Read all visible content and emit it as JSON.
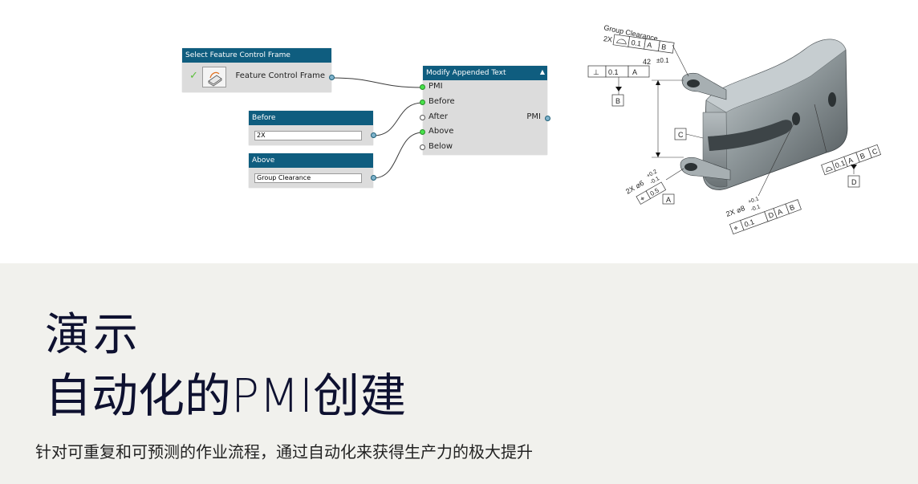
{
  "nodes": {
    "select_fcf": {
      "header": "Select Feature Control Frame",
      "output_label": "Feature Control Frame"
    },
    "before": {
      "header": "Before",
      "value": "2X"
    },
    "above": {
      "header": "Above",
      "value": "Group Clearance"
    },
    "modify": {
      "header": "Modify Appended Text",
      "inputs": [
        "PMI",
        "Before",
        "After",
        "Above",
        "Below"
      ],
      "output_label": "PMI"
    }
  },
  "drawing": {
    "group_clearance": "Group Clearance",
    "fcf_top": [
      "2X",
      "0.1",
      "A",
      "B"
    ],
    "perp_tol": "0.1",
    "perp_datum": "A",
    "dim_42": "42",
    "dim_42_tol": "±0.1",
    "datum_b": "B",
    "datum_c": "C",
    "hole_count_left": "2X",
    "hole_dia_left": "⌀6",
    "hole_tol_left_plus": "+0.2",
    "hole_tol_left_minus": "-0.1",
    "hole_pos_left": "0.5",
    "datum_a": "A",
    "hole_count_bottom": "2X",
    "hole_dia_bottom": "⌀8",
    "hole_tol_bottom_plus": "+0.1",
    "hole_tol_bottom_minus": "-0.1",
    "pos_bottom": "0.1",
    "profile_right": "0.1",
    "datum_d": "D"
  },
  "title_line1": "演示",
  "title_line2": "自动化的PMI创建",
  "subtitle": "针对可重复和可预测的作业流程，通过自动化来获得生产力的极大提升",
  "colors": {
    "node_header": "#0f5d7f",
    "node_body": "#dcdcdc",
    "port_connected": "#47e24a",
    "band": "#f1f1ed",
    "title": "#0e1130"
  }
}
